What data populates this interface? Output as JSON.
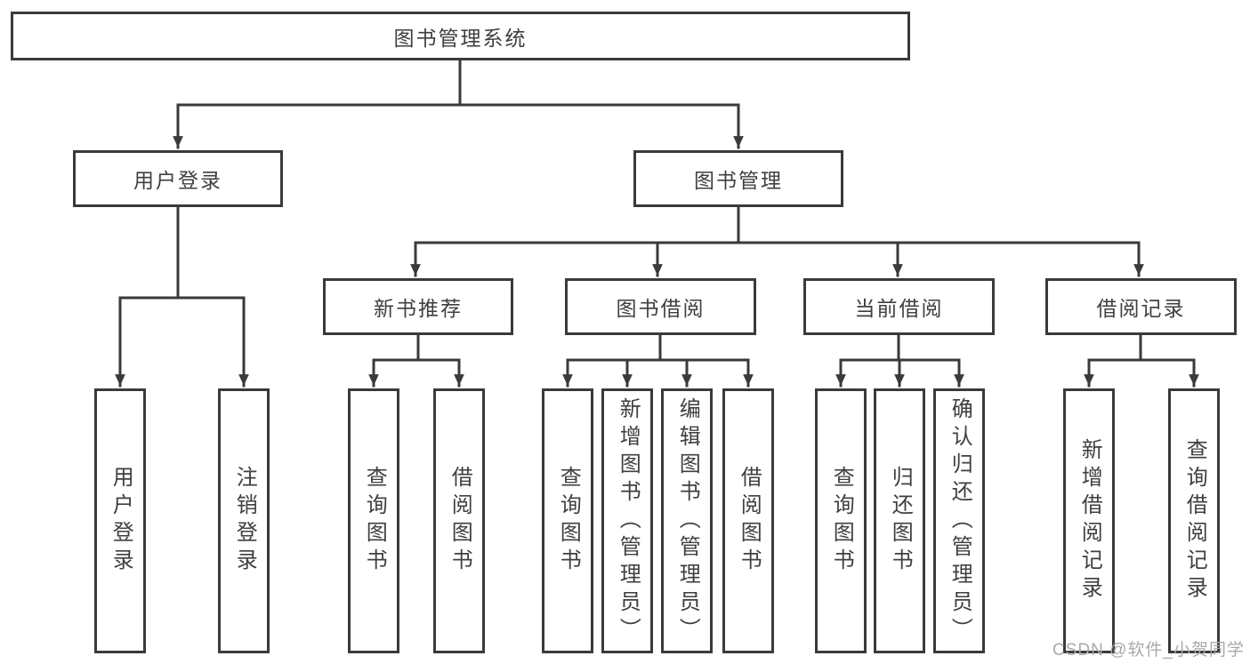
{
  "tree": {
    "label": "图书管理系统",
    "children": [
      {
        "label": "用户登录",
        "children": [
          {
            "label": "用户登录"
          },
          {
            "label": "注销登录"
          }
        ]
      },
      {
        "label": "图书管理",
        "children": [
          {
            "label": "新书推荐",
            "children": [
              {
                "label": "查询图书"
              },
              {
                "label": "借阅图书"
              }
            ]
          },
          {
            "label": "图书借阅",
            "children": [
              {
                "label": "查询图书"
              },
              {
                "label": "新增图书（管理员）"
              },
              {
                "label": "编辑图书（管理员）"
              },
              {
                "label": "借阅图书"
              }
            ]
          },
          {
            "label": "当前借阅",
            "children": [
              {
                "label": "查询图书"
              },
              {
                "label": "归还图书"
              },
              {
                "label": "确认归还（管理员）"
              }
            ]
          },
          {
            "label": "借阅记录",
            "children": [
              {
                "label": "新增借阅记录"
              },
              {
                "label": "查询借阅记录"
              }
            ]
          }
        ]
      }
    ]
  },
  "watermark": {
    "text": "CSDN @软件_小贺同学"
  },
  "colors": {
    "line": "#3a3a3a",
    "node_text": "#3f3f3f",
    "watermark_text": "#a9a9a9",
    "background": "#ffffff"
  }
}
